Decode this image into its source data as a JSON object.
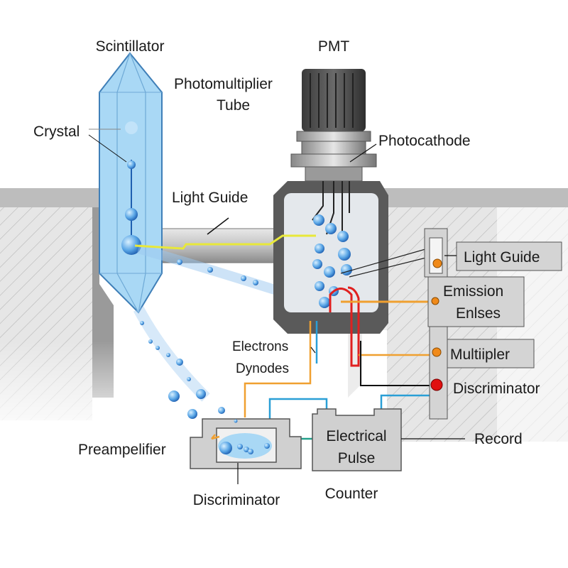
{
  "labels": {
    "scintillator": "Scintillator",
    "pmt": "PMT",
    "photomultiplier_line1": "Photomultiplier",
    "photomultiplier_line2": "Tube",
    "crystal": "Crystal",
    "light_guide": "Light Guide",
    "photocathode": "Photocathode",
    "light_guide_right": "Light Guide",
    "emission_line1": "Emission",
    "emission_line2": "Enlses",
    "multiplier": "Multiipler",
    "discriminator_right": "Discriminator",
    "electrons": "Electrons",
    "dynodes": "Dynodes",
    "preamplifier": "Preampelifier",
    "electrical_line1": "Electrical",
    "electrical_line2": "Pulse",
    "record": "Record",
    "discriminator_bottom": "Discriminator",
    "counter": "Counter"
  },
  "colors": {
    "crystal_fill": "#a9d8f5",
    "photon_beam": "#e8e83a",
    "orange_wire": "#f0a030",
    "red_wire": "#e02020",
    "blue_wire": "#2a9fd6",
    "housing": "#5a5a5a",
    "panel": "#d4d4d4"
  }
}
